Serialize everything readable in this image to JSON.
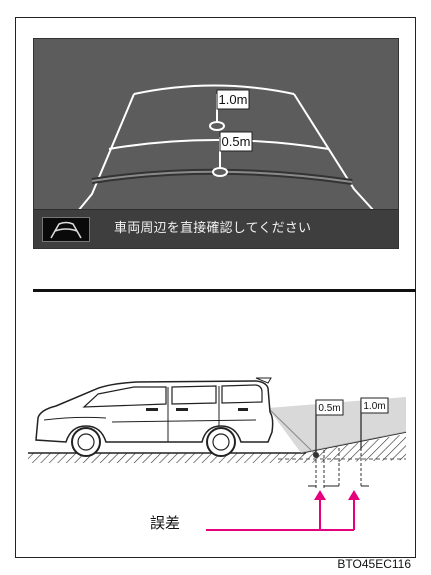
{
  "camera_view": {
    "guide_far_label": "1.0m",
    "guide_near_label": "0.5m",
    "warning_text": "車両周辺を直接確認してください",
    "toggle_icon": "parking-guide-lines-icon"
  },
  "side_diagram": {
    "flag_near_label": "0.5m",
    "flag_far_label": "1.0m",
    "error_label": "誤差",
    "arrow_color": "#e6007e",
    "vehicle_icon": "minivan-side-view-icon"
  },
  "figure_code": "BTO45EC116"
}
